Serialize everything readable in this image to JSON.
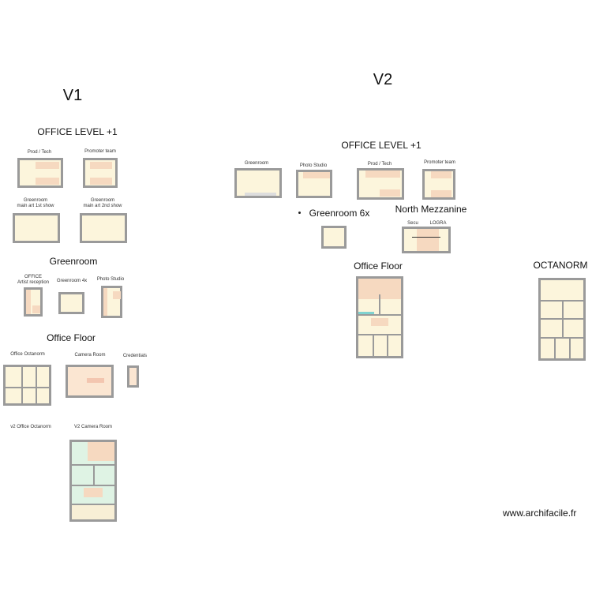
{
  "v1": {
    "title": "V1",
    "office_level": {
      "heading": "OFFICE LEVEL +1",
      "plans": [
        "Prod / Tech",
        "Promoter team",
        "Greenroom\nmain art 1st show",
        "Greenroom\nmain art 2nd show"
      ]
    },
    "greenroom": {
      "heading": "Greenroom",
      "plans": [
        "OFFICE\nArtist reception",
        "Greenroom 4x",
        "Photo Studio"
      ]
    },
    "office_floor": {
      "heading": "Office Floor",
      "plans": [
        "Office Octanorm",
        "Camera Room",
        "Credentials",
        "v2 Office Octanorm",
        "V2 Camera Room"
      ]
    }
  },
  "v2": {
    "title": "V2",
    "office_level": {
      "heading": "OFFICE LEVEL +1",
      "plans": [
        "Greenroom",
        "Photo Studio",
        "Prod / Tech",
        "Promoter team"
      ]
    },
    "greenroom_6x": {
      "heading": "Greenroom 6x"
    },
    "north_mezzanine": {
      "heading": "North Mezzanine",
      "plans": [
        "Secu",
        "LOGRA"
      ]
    },
    "office_floor": {
      "heading": "Office Floor"
    },
    "octanorm": {
      "heading": "OCTANORM"
    }
  },
  "watermark": "www.archifacile.fr"
}
